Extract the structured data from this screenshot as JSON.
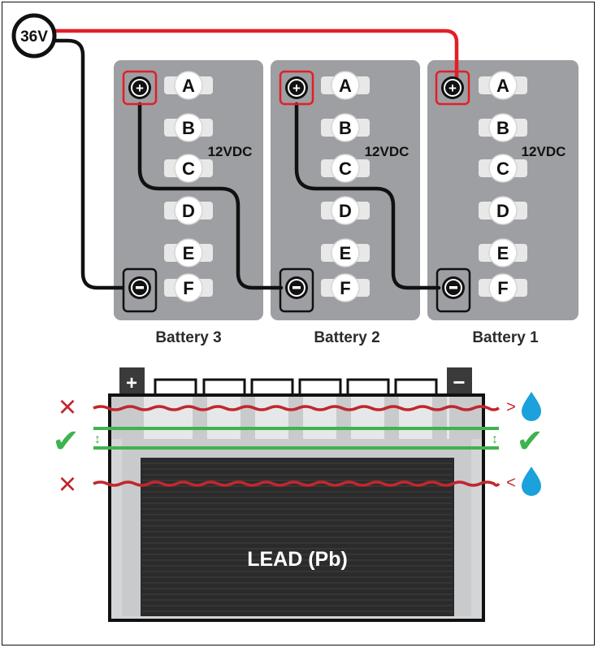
{
  "system": {
    "voltage_label": "36V"
  },
  "batteries": [
    {
      "name": "Battery 3",
      "voltage": "12VDC"
    },
    {
      "name": "Battery 2",
      "voltage": "12VDC"
    },
    {
      "name": "Battery 1",
      "voltage": "12VDC"
    }
  ],
  "cells": [
    "A",
    "B",
    "C",
    "D",
    "E",
    "F"
  ],
  "terminals": {
    "positive_symbol": "+",
    "negative_symbol": "−"
  },
  "lead_battery": {
    "plate_label": "LEAD (Pb)",
    "positive_symbol": "+",
    "negative_symbol": "−",
    "levels": [
      {
        "status": "too-high",
        "marker": "×",
        "indicator": ">",
        "icon": "water-drop-icon"
      },
      {
        "status": "correct",
        "marker": "✔",
        "indicator": "↕"
      },
      {
        "status": "too-low",
        "marker": "×",
        "indicator": "<",
        "icon": "water-drop-icon"
      }
    ]
  },
  "colors": {
    "positive_wire": "#e21f26",
    "negative_wire": "#111111",
    "battery_gray": "#9d9fa2",
    "wrong_red": "#c1272d",
    "level_green": "#3fb34f",
    "water_blue": "#1ba1db",
    "plate_dark": "#2b2b2b"
  }
}
